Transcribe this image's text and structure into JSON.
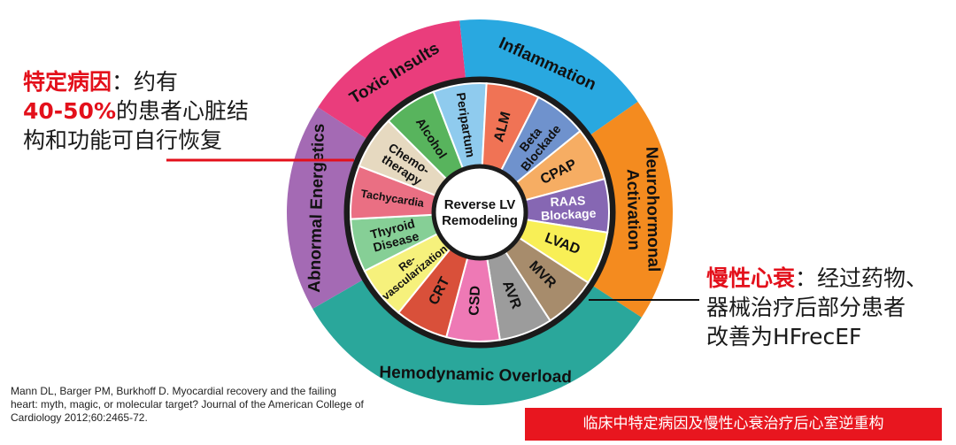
{
  "center": {
    "line1": "Reverse LV",
    "line2": "Remodeling"
  },
  "outer_ring": [
    {
      "label": "Toxic Insults",
      "color": "#ea3d7c"
    },
    {
      "label": "Inflammation",
      "color": "#29a8e0"
    },
    {
      "label": "Neurohormonal Activation",
      "lines": [
        "Neurohormonal",
        "Activation"
      ],
      "color": "#f48b1f"
    },
    {
      "label": "Hemodynamic Overload",
      "color": "#2aa79b"
    },
    {
      "label": "Abnormal Energetics",
      "color": "#a46ab4"
    }
  ],
  "inner_ring": [
    {
      "lines": [
        "Alcohol"
      ],
      "color": "#58b45d"
    },
    {
      "lines": [
        "Peripartum"
      ],
      "color": "#8fcbee"
    },
    {
      "lines": [
        "ALM"
      ],
      "color": "#f07355"
    },
    {
      "lines": [
        "Beta",
        "Blockade"
      ],
      "color": "#6f92cd"
    },
    {
      "lines": [
        "CPAP"
      ],
      "color": "#f6ad63"
    },
    {
      "lines": [
        "RAAS",
        "Blockage"
      ],
      "color": "#8667b3"
    },
    {
      "lines": [
        "LVAD"
      ],
      "color": "#f8ef56"
    },
    {
      "lines": [
        "MVR"
      ],
      "color": "#a78c6c"
    },
    {
      "lines": [
        "AVR"
      ],
      "color": "#9c9c9c"
    },
    {
      "lines": [
        "CSD"
      ],
      "color": "#ee79b5"
    },
    {
      "lines": [
        "CRT"
      ],
      "color": "#d9503a"
    },
    {
      "lines": [
        "Re-",
        "vascularization"
      ],
      "color": "#f6f17c"
    },
    {
      "lines": [
        "Thyroid",
        "Disease"
      ],
      "color": "#86cf96"
    },
    {
      "lines": [
        "Tachycardia"
      ],
      "color": "#ea6f83"
    },
    {
      "lines": [
        "Chemo-",
        "therapy"
      ],
      "color": "#e6d9c0"
    }
  ],
  "annotations": {
    "left": {
      "highlight": "特定病因",
      "line1_rest": "：约有",
      "percent": "40-50%",
      "line2_rest": "的患者心脏结",
      "line3": "构和功能可自行恢复"
    },
    "right": {
      "highlight": "慢性心衰",
      "line1_rest": "：经过药物、",
      "line2": "器械治疗后部分患者",
      "line3": "改善为HFrecEF"
    }
  },
  "citation": "Mann DL, Barger PM, Burkhoff D. Myocardial recovery and the failing heart: myth, magic, or molecular target? Journal of the American College of Cardiology 2012;60:2465-72.",
  "banner": "临床中特定病因及慢性心衰治疗后心室逆重构",
  "colors": {
    "accent_red": "#e3101b",
    "banner_red": "#e8161f",
    "ring_border": "#1b1b1b"
  }
}
